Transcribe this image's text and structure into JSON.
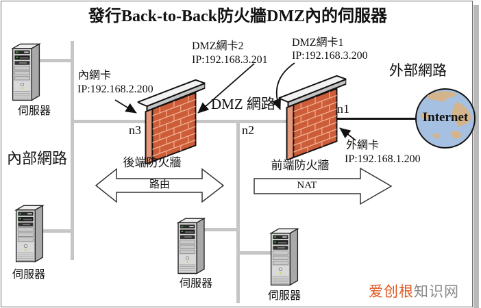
{
  "title": "發行Back-to-Back防火牆DMZ內的伺服器",
  "regions": {
    "internal": "內部網路",
    "dmz": "DMZ 網路",
    "external": "外部網路"
  },
  "nics": {
    "internal": {
      "name": "內網卡",
      "ip": "IP:192.168.2.200"
    },
    "dmz2": {
      "name": "DMZ網卡2",
      "ip": "IP:192.168.3.201"
    },
    "dmz1": {
      "name": "DMZ網卡1",
      "ip": "IP:192.168.3.200"
    },
    "external": {
      "name": "外網卡",
      "ip": "IP:192.168.1.200"
    }
  },
  "ports": {
    "n1": "n1",
    "n2": "n2",
    "n3": "n3"
  },
  "firewalls": {
    "back": "後端防火牆",
    "front": "前端防火牆"
  },
  "flows": {
    "routing": "路由",
    "nat": "NAT"
  },
  "server_label": "伺服器",
  "internet_label": "Internet",
  "watermark": {
    "brand": "爱创根",
    "suffix": "知识网"
  },
  "colors": {
    "brick": "#cd5c39",
    "mortar": "#f0ae8e",
    "network_line": "#c6c6c6",
    "external_line": "#111111",
    "globe_ocean": "#a6c0e2",
    "globe_land": "#d4b48c",
    "watermark_brand": "#e2571f",
    "watermark_suffix": "#8a8a8a"
  }
}
